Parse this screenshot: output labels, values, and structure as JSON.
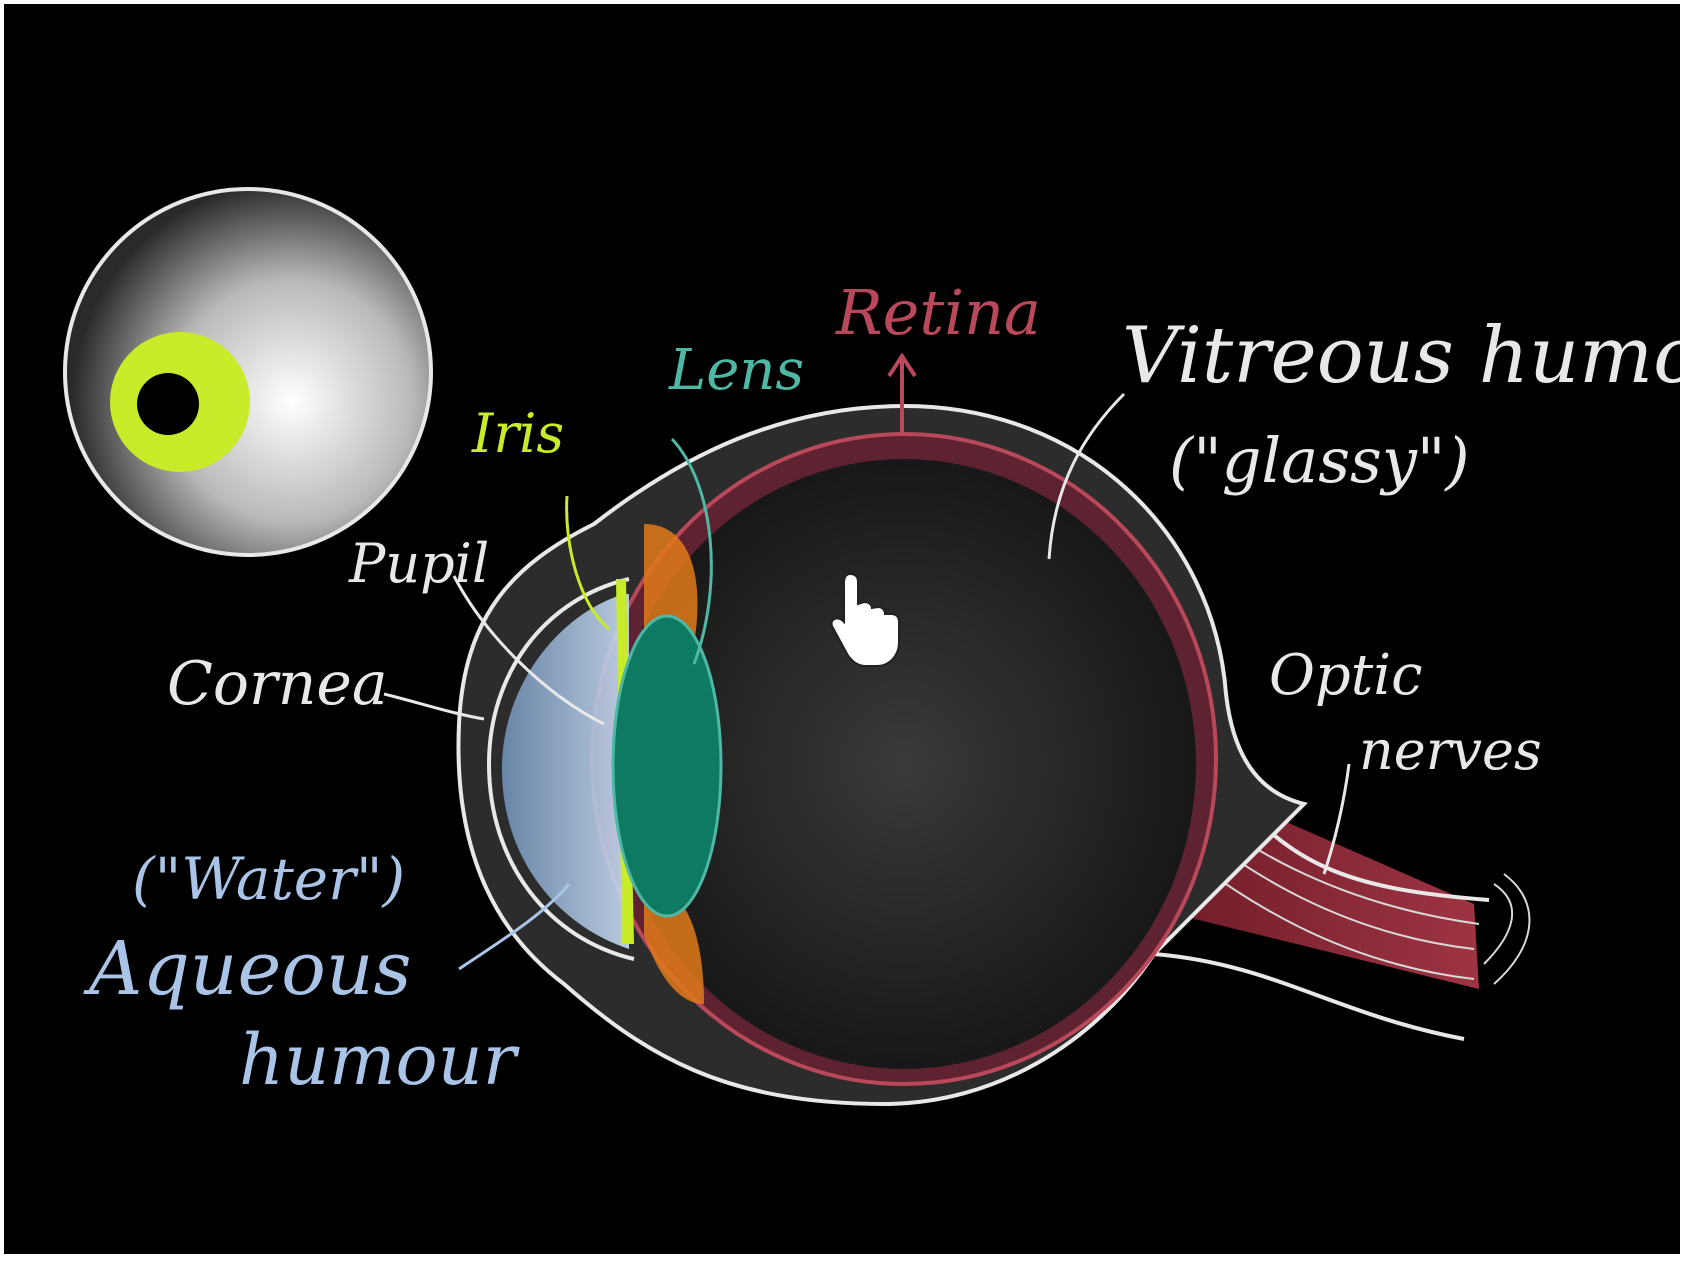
{
  "labels": {
    "retina": "Retina",
    "vitreous_line1": "Vitreous humour",
    "vitreous_line2": "(\"glassy\")",
    "lens": "Lens",
    "iris": "Iris",
    "pupil": "Pupil",
    "cornea": "Cornea",
    "optic_line1": "Optic",
    "optic_line2": "nerves",
    "water": "(\"Water\")",
    "aqueous_line1": "Aqueous",
    "aqueous_line2": "humour"
  },
  "colors": {
    "background": "#000000",
    "outline": "#e8e8e8",
    "retina": "#b8485a",
    "iris": "#c8ec2a",
    "lens": "#0f7a62",
    "lens_label": "#4fb8a4",
    "aqueous": "#a9c4e6",
    "ciliary": "#e07a1a",
    "nerve": "#9a2c3c"
  },
  "cursor_icon": "hand-pointer-icon"
}
